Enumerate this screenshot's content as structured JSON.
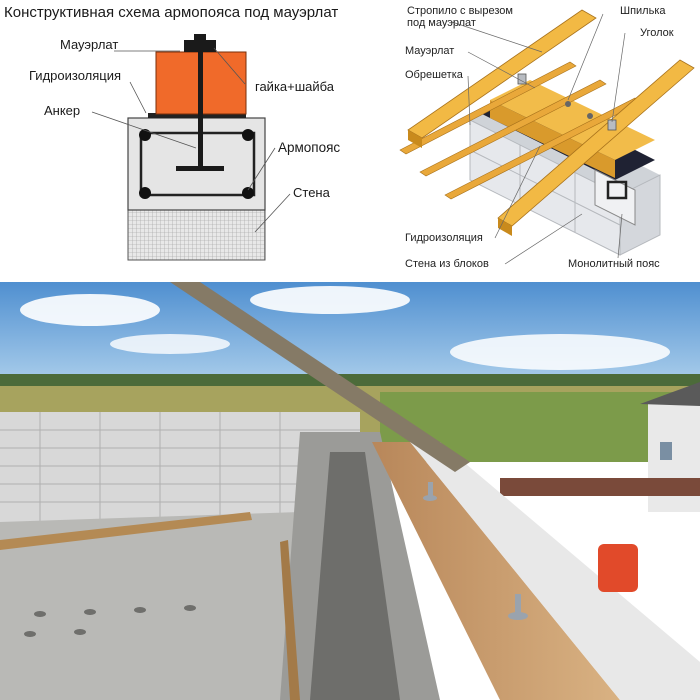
{
  "left_diagram": {
    "title": "Конструктивная схема армопояса под мауэрлат",
    "labels": {
      "mauerlat": "Мауэрлат",
      "waterproofing": "Гидроизоляция",
      "anchor": "Анкер",
      "nut_washer": "гайка+шайба",
      "armopoyas": "Армопояс",
      "wall": "Стена"
    },
    "colors": {
      "mauerlat": "#f06a2a",
      "belt": "#e6e6e6",
      "wall": "#d9d9d9"
    }
  },
  "right_diagram": {
    "labels": {
      "rafter_line1": "Стропило с вырезом",
      "rafter_line2": "под мауэрлат",
      "stud": "Шпилька",
      "corner": "Уголок",
      "mauerlat": "Мауэрлат",
      "lathing": "Обрешетка",
      "waterproofing": "Гидроизоляция",
      "block_wall": "Стена из блоков",
      "monolithic_belt": "Монолитный пояс"
    },
    "colors": {
      "timber": "#f0b43c",
      "timber_dark": "#c98a1c",
      "blocks": "#e4e6ea"
    }
  },
  "photo": {
    "description_icon": "construction-photo",
    "colors": {
      "sky": "#6fa8dc",
      "blocks": "#dcdcdc",
      "timber": "#c8a070"
    }
  }
}
